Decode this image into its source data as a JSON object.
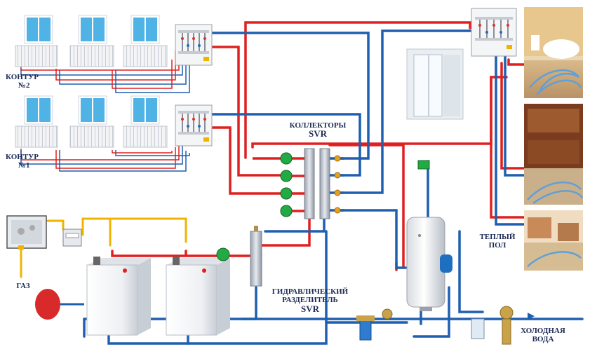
{
  "labels": {
    "contour2": [
      "КОНТУР",
      "№2"
    ],
    "contour1": [
      "КОНТУР",
      "№1"
    ],
    "collectors": [
      "КОЛЛЕКТОРЫ",
      "SVR"
    ],
    "gas": "ГАЗ",
    "hydro_separator": [
      "ГИДРАВЛИЧЕСКИЙ",
      "РАЗДЕЛИТЕЛЬ",
      "SVR"
    ],
    "warm_floor": [
      "ТЕПЛЫЙ",
      "ПОЛ"
    ],
    "cold_water": [
      "ХОЛОДНАЯ",
      "ВОДА"
    ]
  },
  "colors": {
    "supply": "#e02020",
    "return": "#1f5fb0",
    "gas_pipe": "#f0b400",
    "pump": "#22aa44",
    "label_text": "#1c2a55"
  }
}
